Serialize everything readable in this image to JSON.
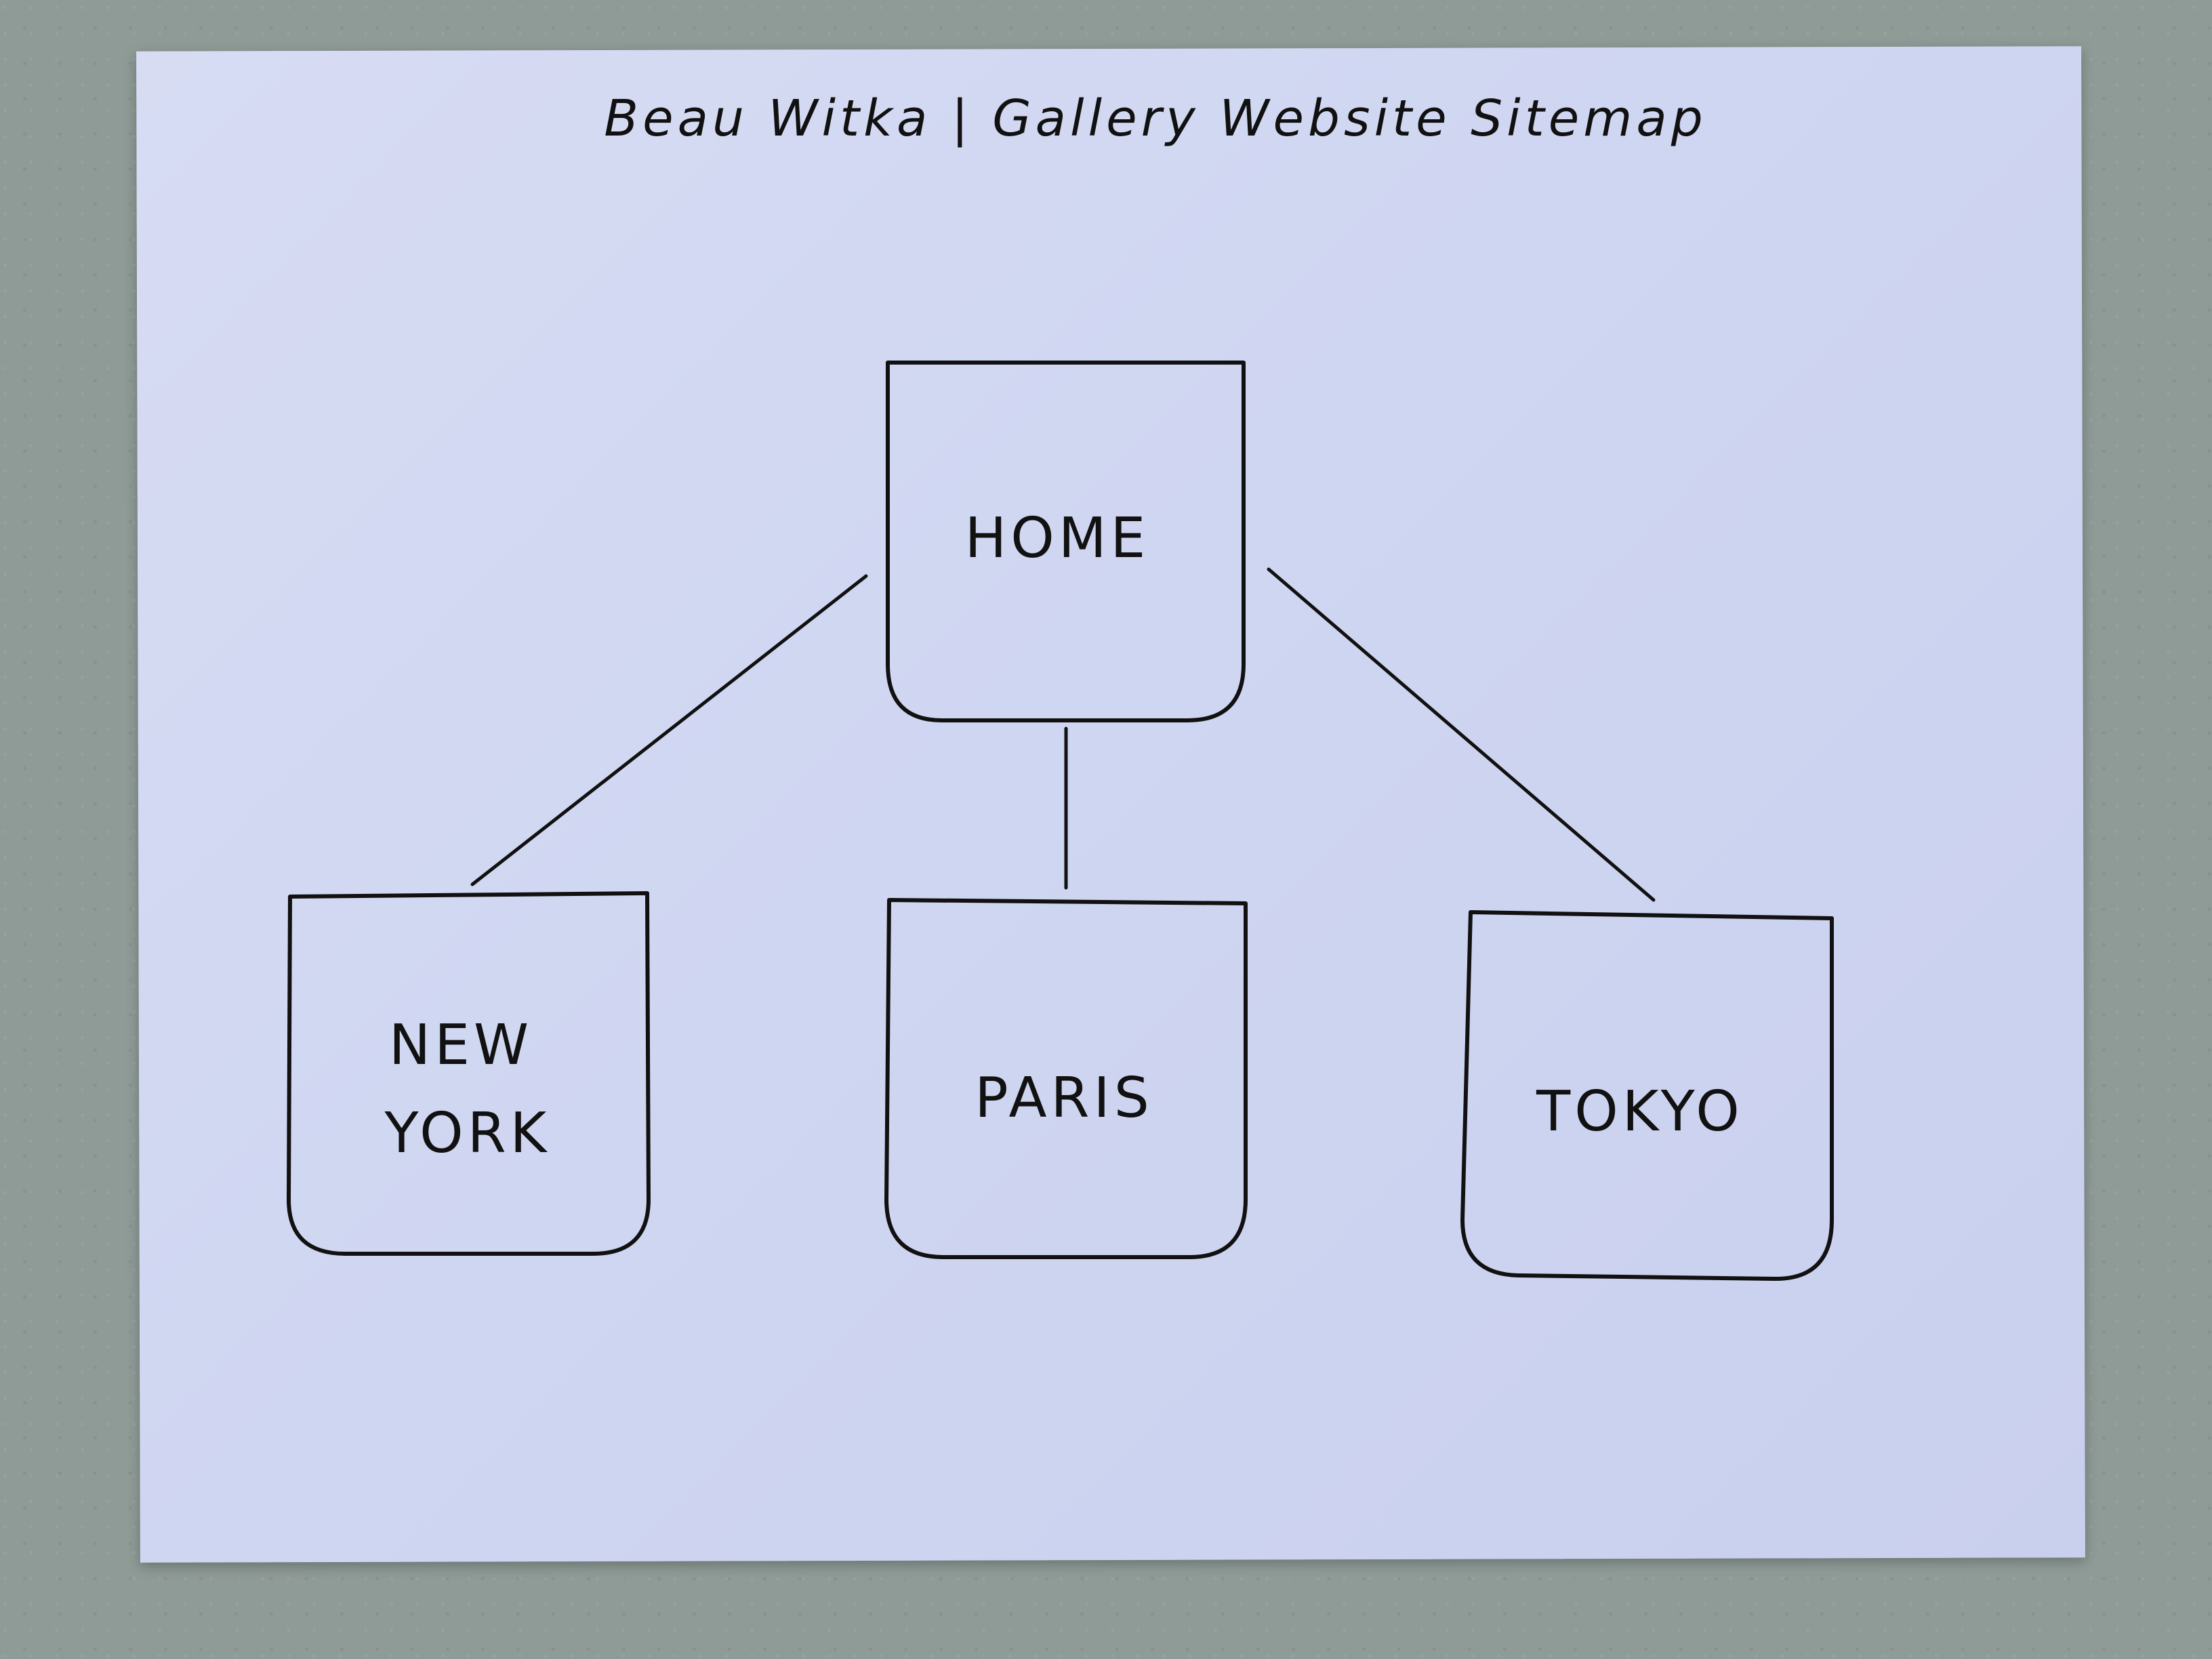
{
  "title": "Beau Witka | Gallery Website Sitemap",
  "nodes": {
    "home": {
      "label": "HOME"
    },
    "new_york": {
      "label_line1": "NEW",
      "label_line2": "YORK"
    },
    "paris": {
      "label": "PARIS"
    },
    "tokyo": {
      "label": "TOKYO"
    }
  },
  "colors": {
    "ink": "#111111",
    "paper": "#cfd6f1",
    "background": "#8f9b97"
  }
}
